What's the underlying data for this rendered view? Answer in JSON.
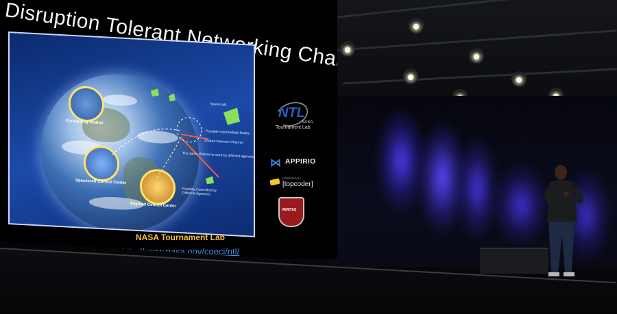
{
  "slide": {
    "title": "Disruption Tolerant Networking Challenges",
    "diagram_labels": {
      "spacecraft": "Spacecraft",
      "intermediate_nodes": "Possible Intermediate Nodes",
      "shared_channel": "Shared Insecure Channel",
      "same_channel": "The same channel is used by different agencies",
      "spacecraft_control": "Spacecraft Control Center",
      "payload_control": "Payload Control Center",
      "controlled_by": "Possibly Controlled By Different Agencies",
      "forwarding_station": "Forwarding Station"
    },
    "logos": {
      "ntl_mark": "NTL",
      "ntl_sub1": "NASA",
      "ntl_sub2": "Tournament Lab",
      "appirio": "APPIRIO",
      "topcoder_small": "POWERED BY",
      "topcoder": "[topcoder]",
      "harvard": "VERITAS"
    },
    "caption": "NASA Tournament Lab",
    "url": "http://www.nasa.gov/coeci/ntl/"
  },
  "colors": {
    "caption": "#f3c13a",
    "link": "#3d8fe0",
    "stage_light": "#3a2fd8"
  }
}
